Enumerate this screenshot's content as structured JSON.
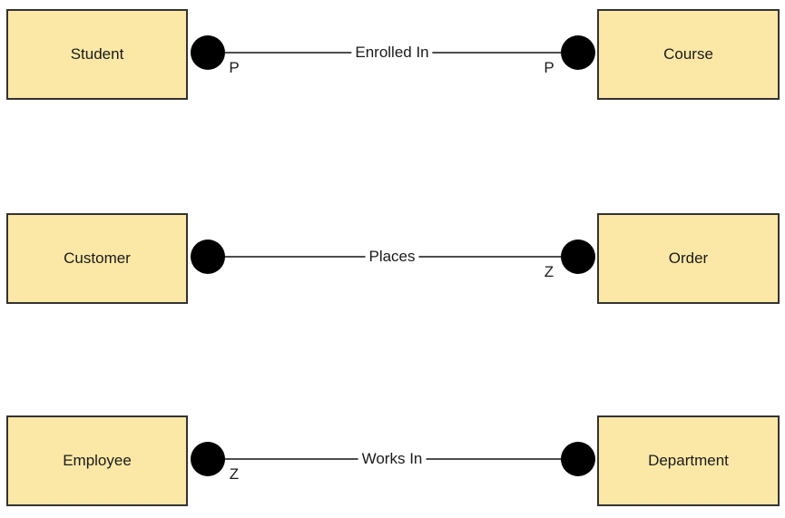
{
  "colors": {
    "canvas_background": "#FFFFFF",
    "entity_fill": "#FBE8A6",
    "entity_border": "#333333",
    "connector": "#4D4D4D",
    "marker_fill": "#000000",
    "text_color": "#1A1A1A"
  },
  "rows": [
    {
      "left_entity": "Student",
      "relationship": "Enrolled In",
      "right_entity": "Course",
      "left_cardinality": "P",
      "right_cardinality": "P"
    },
    {
      "left_entity": "Customer",
      "relationship": "Places",
      "right_entity": "Order",
      "left_cardinality": "",
      "right_cardinality": "Z"
    },
    {
      "left_entity": "Employee",
      "relationship": "Works In",
      "right_entity": "Department",
      "left_cardinality": "Z",
      "right_cardinality": ""
    }
  ]
}
